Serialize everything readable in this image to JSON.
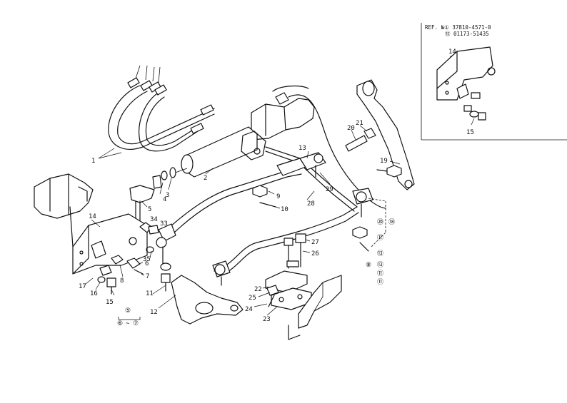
{
  "reference": {
    "line1": "REF. №① 37810-4571-0",
    "line2": "⑮ 01173-51435"
  },
  "callouts": {
    "c1": "1",
    "c2": "2",
    "c3": "3",
    "c4": "4",
    "c5": "5",
    "c6": "6",
    "c7": "7",
    "c8": "8",
    "c10": "10",
    "c11": "11",
    "c12": "12",
    "c13": "13",
    "c14": "14",
    "c15": "15",
    "c16": "16",
    "c17": "17",
    "c19": "19",
    "c20": "20",
    "c21": "21",
    "c22": "22",
    "c23": "23",
    "c24": "24",
    "c25": "25",
    "c26": "26",
    "c27": "27",
    "c28": "28",
    "c29": "29",
    "c33": "33",
    "c34": "34",
    "c35": "35",
    "c9": "9",
    "inset14": "14",
    "inset15": "15",
    "r20": "⑳",
    "r18": "⑱",
    "r11": "⑪",
    "r13": "⑬",
    "r8": "⑧",
    "grp5": "⑤",
    "grp6": "⑥",
    "grp7": "⑦",
    "tilde": "~"
  },
  "icons": [
    "hydraulic-hose-icon",
    "power-cylinder-icon",
    "tie-rod-icon",
    "bracket-icon",
    "bolt-icon",
    "nut-icon",
    "steering-arm-icon"
  ]
}
